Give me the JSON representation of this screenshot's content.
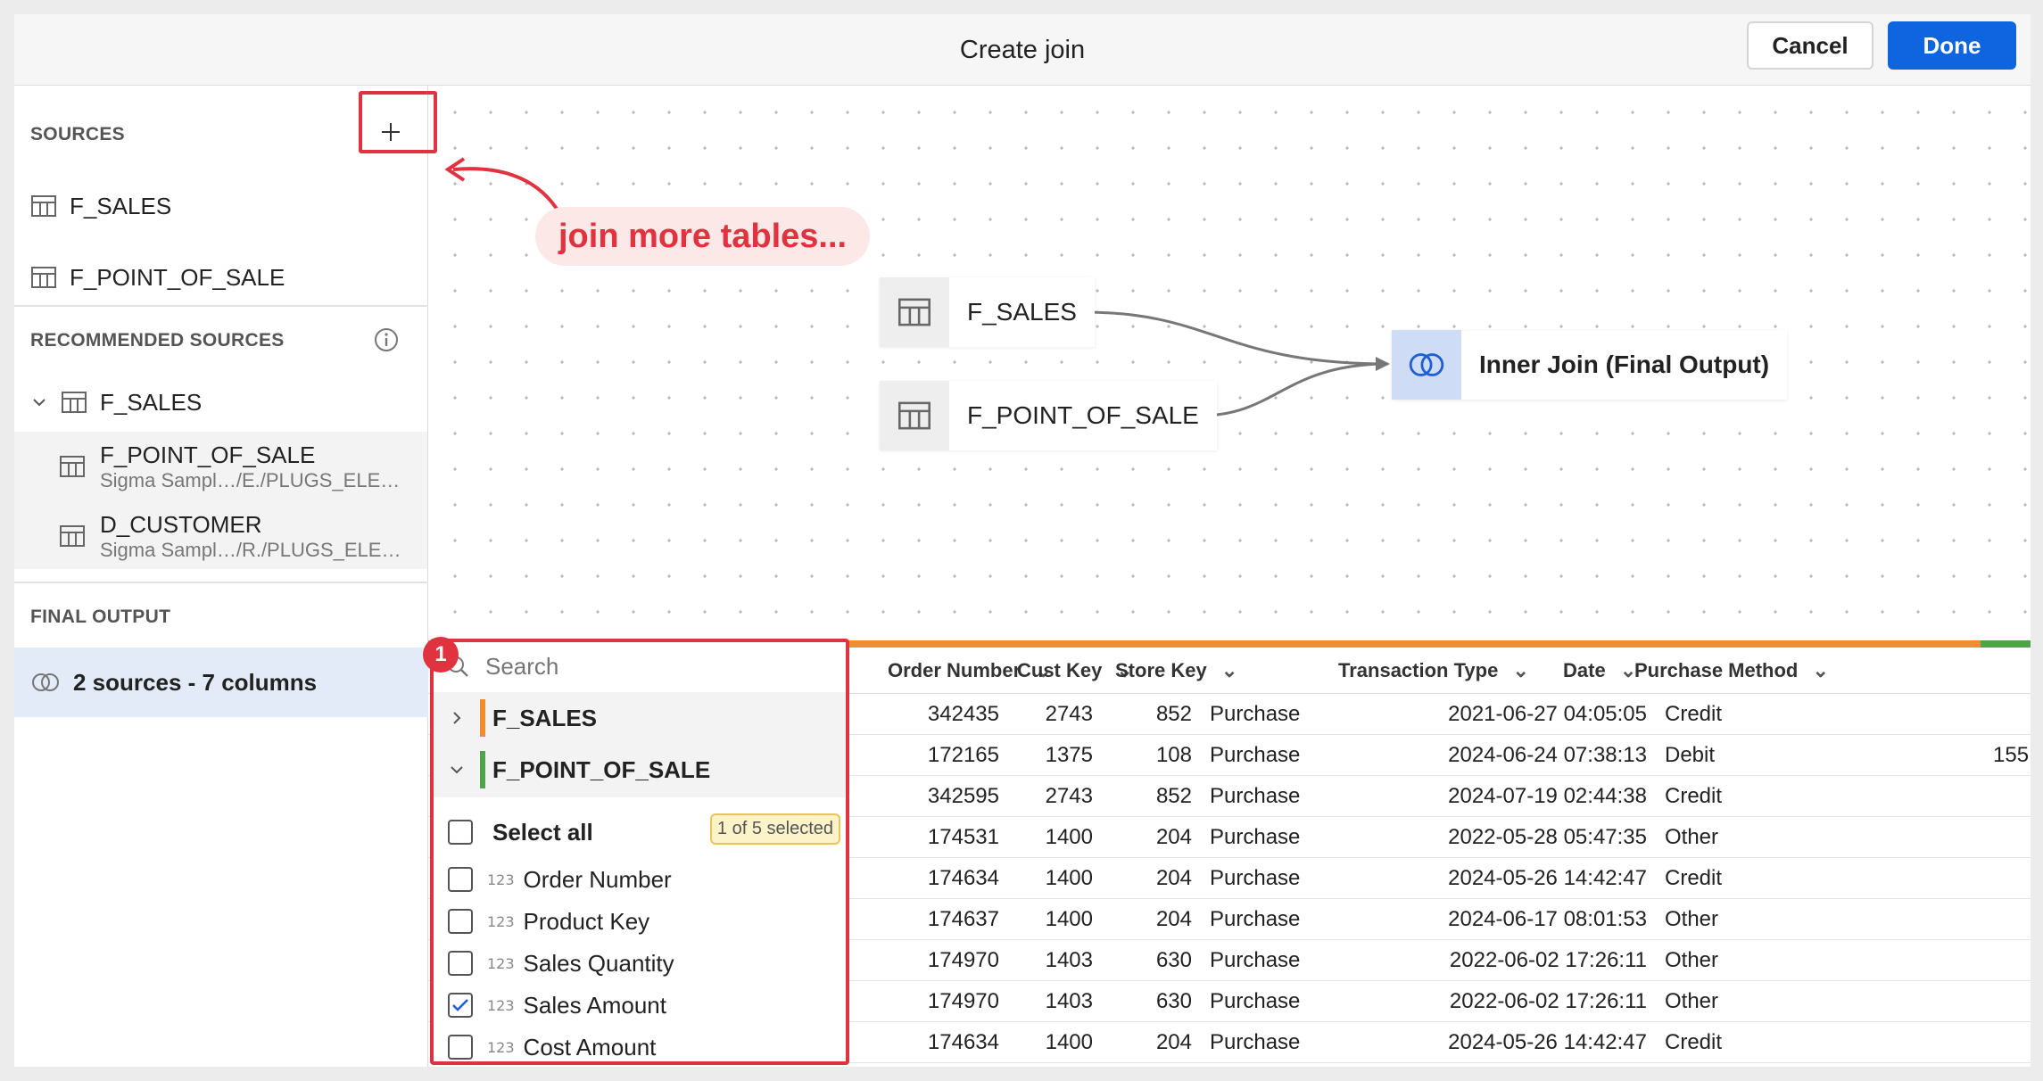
{
  "header": {
    "title": "Create join",
    "cancel_label": "Cancel",
    "done_label": "Done"
  },
  "sidebar": {
    "sources_heading": "SOURCES",
    "sources": [
      {
        "label": "F_SALES"
      },
      {
        "label": "F_POINT_OF_SALE"
      }
    ],
    "recommended_heading": "RECOMMENDED SOURCES",
    "recommended_parent": "F_SALES",
    "recommended": [
      {
        "label": "F_POINT_OF_SALE",
        "path": "Sigma Sampl…/E./PLUGS_ELE…"
      },
      {
        "label": "D_CUSTOMER",
        "path": "Sigma Sampl…/R./PLUGS_ELE…"
      }
    ],
    "final_heading": "FINAL OUTPUT",
    "final_summary": "2 sources - 7 columns"
  },
  "canvas": {
    "nodes": [
      {
        "label": "F_SALES"
      },
      {
        "label": "F_POINT_OF_SALE"
      },
      {
        "label": "Inner Join (Final Output)"
      }
    ]
  },
  "annotations": {
    "callout": "join more tables...",
    "badge": "1"
  },
  "dropdown": {
    "search_placeholder": "Search",
    "groups": [
      {
        "label": "F_SALES",
        "color": "#f08d2f"
      },
      {
        "label": "F_POINT_OF_SALE",
        "color": "#4fa34a"
      }
    ],
    "select_all_label": "Select all",
    "selected_count": "1 of 5 selected",
    "number_icon_label": "123",
    "columns": [
      {
        "label": "Order Number",
        "checked": false
      },
      {
        "label": "Product Key",
        "checked": false
      },
      {
        "label": "Sales Quantity",
        "checked": false
      },
      {
        "label": "Sales Amount",
        "checked": true
      },
      {
        "label": "Cost Amount",
        "checked": false
      }
    ]
  },
  "grid": {
    "headers": [
      "Order Number",
      "Cust Key",
      "Store Key",
      "Transaction Type",
      "Date",
      "Purchase Method"
    ],
    "overflow_value": "155",
    "rows": [
      [
        "342435",
        "2743",
        "852",
        "Purchase",
        "2021-06-27 04:05:05",
        "Credit"
      ],
      [
        "172165",
        "1375",
        "108",
        "Purchase",
        "2024-06-24 07:38:13",
        "Debit"
      ],
      [
        "342595",
        "2743",
        "852",
        "Purchase",
        "2024-07-19 02:44:38",
        "Credit"
      ],
      [
        "174531",
        "1400",
        "204",
        "Purchase",
        "2022-05-28 05:47:35",
        "Other"
      ],
      [
        "174634",
        "1400",
        "204",
        "Purchase",
        "2024-05-26 14:42:47",
        "Credit"
      ],
      [
        "174637",
        "1400",
        "204",
        "Purchase",
        "2024-06-17 08:01:53",
        "Other"
      ],
      [
        "174970",
        "1403",
        "630",
        "Purchase",
        "2022-06-02 17:26:11",
        "Other"
      ],
      [
        "174970",
        "1403",
        "630",
        "Purchase",
        "2022-06-02 17:26:11",
        "Other"
      ],
      [
        "174634",
        "1400",
        "204",
        "Purchase",
        "2024-05-26 14:42:47",
        "Credit"
      ]
    ]
  }
}
